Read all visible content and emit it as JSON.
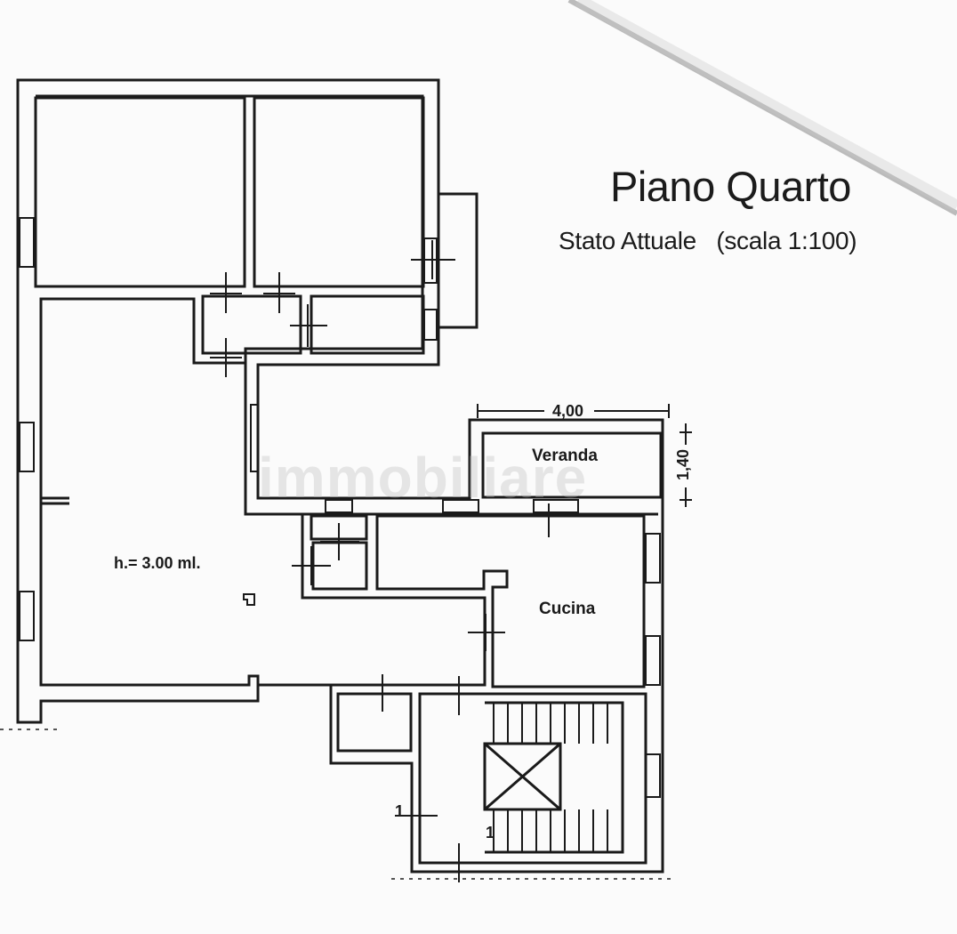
{
  "title": "Piano Quarto",
  "subtitle": "Stato Attuale   (scala 1:100)",
  "rooms": {
    "veranda": "Veranda",
    "cucina": "Cucina",
    "height": "h.= 3.00 ml."
  },
  "dimensions": {
    "veranda_width": "4,00",
    "veranda_depth": "1,40"
  },
  "stair_markers": [
    "1",
    "1"
  ],
  "watermark": "immobiliare",
  "colors": {
    "ink": "#1a1a1a",
    "paper": "#fbfbfb"
  }
}
